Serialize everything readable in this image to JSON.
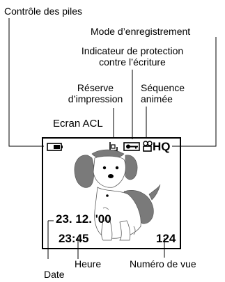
{
  "labels": {
    "battery": "Contrôle des piles",
    "record_mode": "Mode d’enregistrement",
    "protect_line1": "Indicateur de protection",
    "protect_line2": "contre l’écriture",
    "print_line1": "Réserve",
    "print_line2": "d’impression",
    "movie_line1": "Séquence",
    "movie_line2": "animée",
    "lcd": "Ecran ACL",
    "time": "Heure",
    "frame": "Numéro de vue",
    "date": "Date"
  },
  "screen": {
    "quality": "HQ",
    "date": "23. 12. '00",
    "time": "23:45",
    "frame_number": "124"
  },
  "icons": [
    "battery-icon",
    "print-reserve-icon",
    "protect-key-icon",
    "movie-icon",
    "dog-illustration"
  ]
}
